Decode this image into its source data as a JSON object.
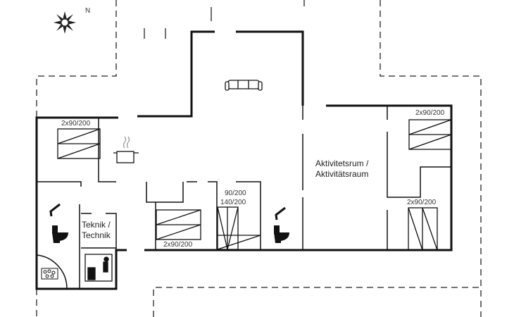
{
  "compass": {
    "north_label": "N"
  },
  "rooms": {
    "technik": {
      "line1": "Teknik /",
      "line2": "Technik"
    },
    "activity": {
      "line1": "Aktivitetsrum /",
      "line2": "Aktivitätsraum"
    }
  },
  "beds": {
    "left_top": "2x90/200",
    "middle": "2x90/200",
    "bunk_top": "90/200",
    "bunk_bottom": "140/200",
    "right_top": "2x90/200",
    "right_bottom": "2x90/200"
  },
  "colors": {
    "wall": "#111111",
    "dashed": "#222222"
  }
}
